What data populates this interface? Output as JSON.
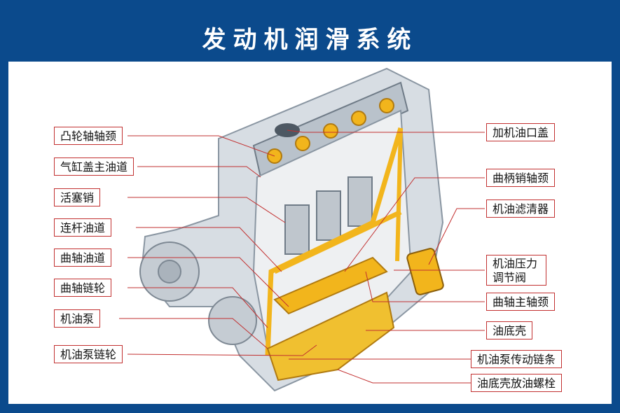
{
  "title": "发动机润滑系统",
  "labels": {
    "camshaft_journal": "凸轮轴轴颈",
    "head_main_gallery": "气缸盖主油道",
    "piston_pin": "活塞销",
    "rod_oil_passage": "连杆油道",
    "crank_oil_passage": "曲轴油道",
    "crank_sprocket": "曲轴链轮",
    "oil_pump": "机油泵",
    "pump_sprocket": "机油泵链轮",
    "oil_filler_cap": "加机油口盖",
    "crankpin_journal": "曲柄销轴颈",
    "oil_filter": "机油滤清器",
    "pressure_valve_1": "机油压力",
    "pressure_valve_2": "调节阀",
    "main_journal": "曲轴主轴颈",
    "oil_pan": "油底壳",
    "pump_drive_chain": "机油泵传动链条",
    "drain_plug": "油底壳放油螺栓"
  },
  "colors": {
    "background": "#0b4a8c",
    "leader_line": "#c23030",
    "oil": "#f2b51c"
  }
}
